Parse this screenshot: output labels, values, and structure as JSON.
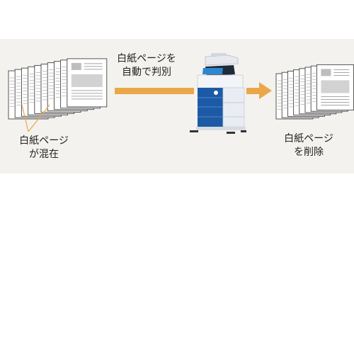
{
  "labels": {
    "source": {
      "line1": "白紙ページ",
      "line2": "が混在"
    },
    "process": {
      "line1": "白紙ページを",
      "line2": "自動で判別"
    },
    "result": {
      "line1": "白紙ページ",
      "line2": "を削除"
    }
  },
  "colors": {
    "panel": "#f4f2ee",
    "arrow": "#eaa74a",
    "page_border": "#444444",
    "line_text": "#777777",
    "image_block": "#bdbdbd",
    "printer_blue": "#1c5aa6",
    "printer_body": "#e9edf3"
  },
  "icons": {
    "left_stack": "mixed-page-stack-icon",
    "printer": "multifunction-printer-icon",
    "right_stack": "cleaned-page-stack-icon"
  }
}
